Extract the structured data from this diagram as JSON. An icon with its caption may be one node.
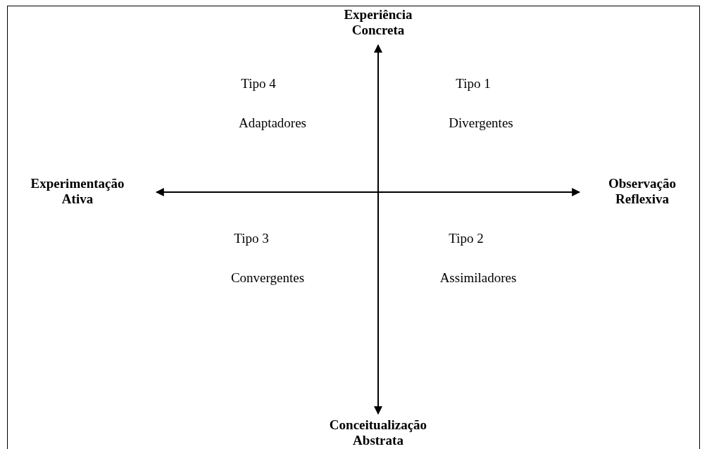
{
  "diagram": {
    "labels": [
      "Experiência Concreta",
      "Tipo 4",
      "Tipo 1",
      "Adaptadores",
      "Divergentes",
      "Experimentação Ativa",
      "Observação Reflexiva",
      "Tipo 3",
      "Tipo 2",
      "Convergentes",
      "Assimiladores",
      "Conceitualização Abstrata"
    ]
  }
}
